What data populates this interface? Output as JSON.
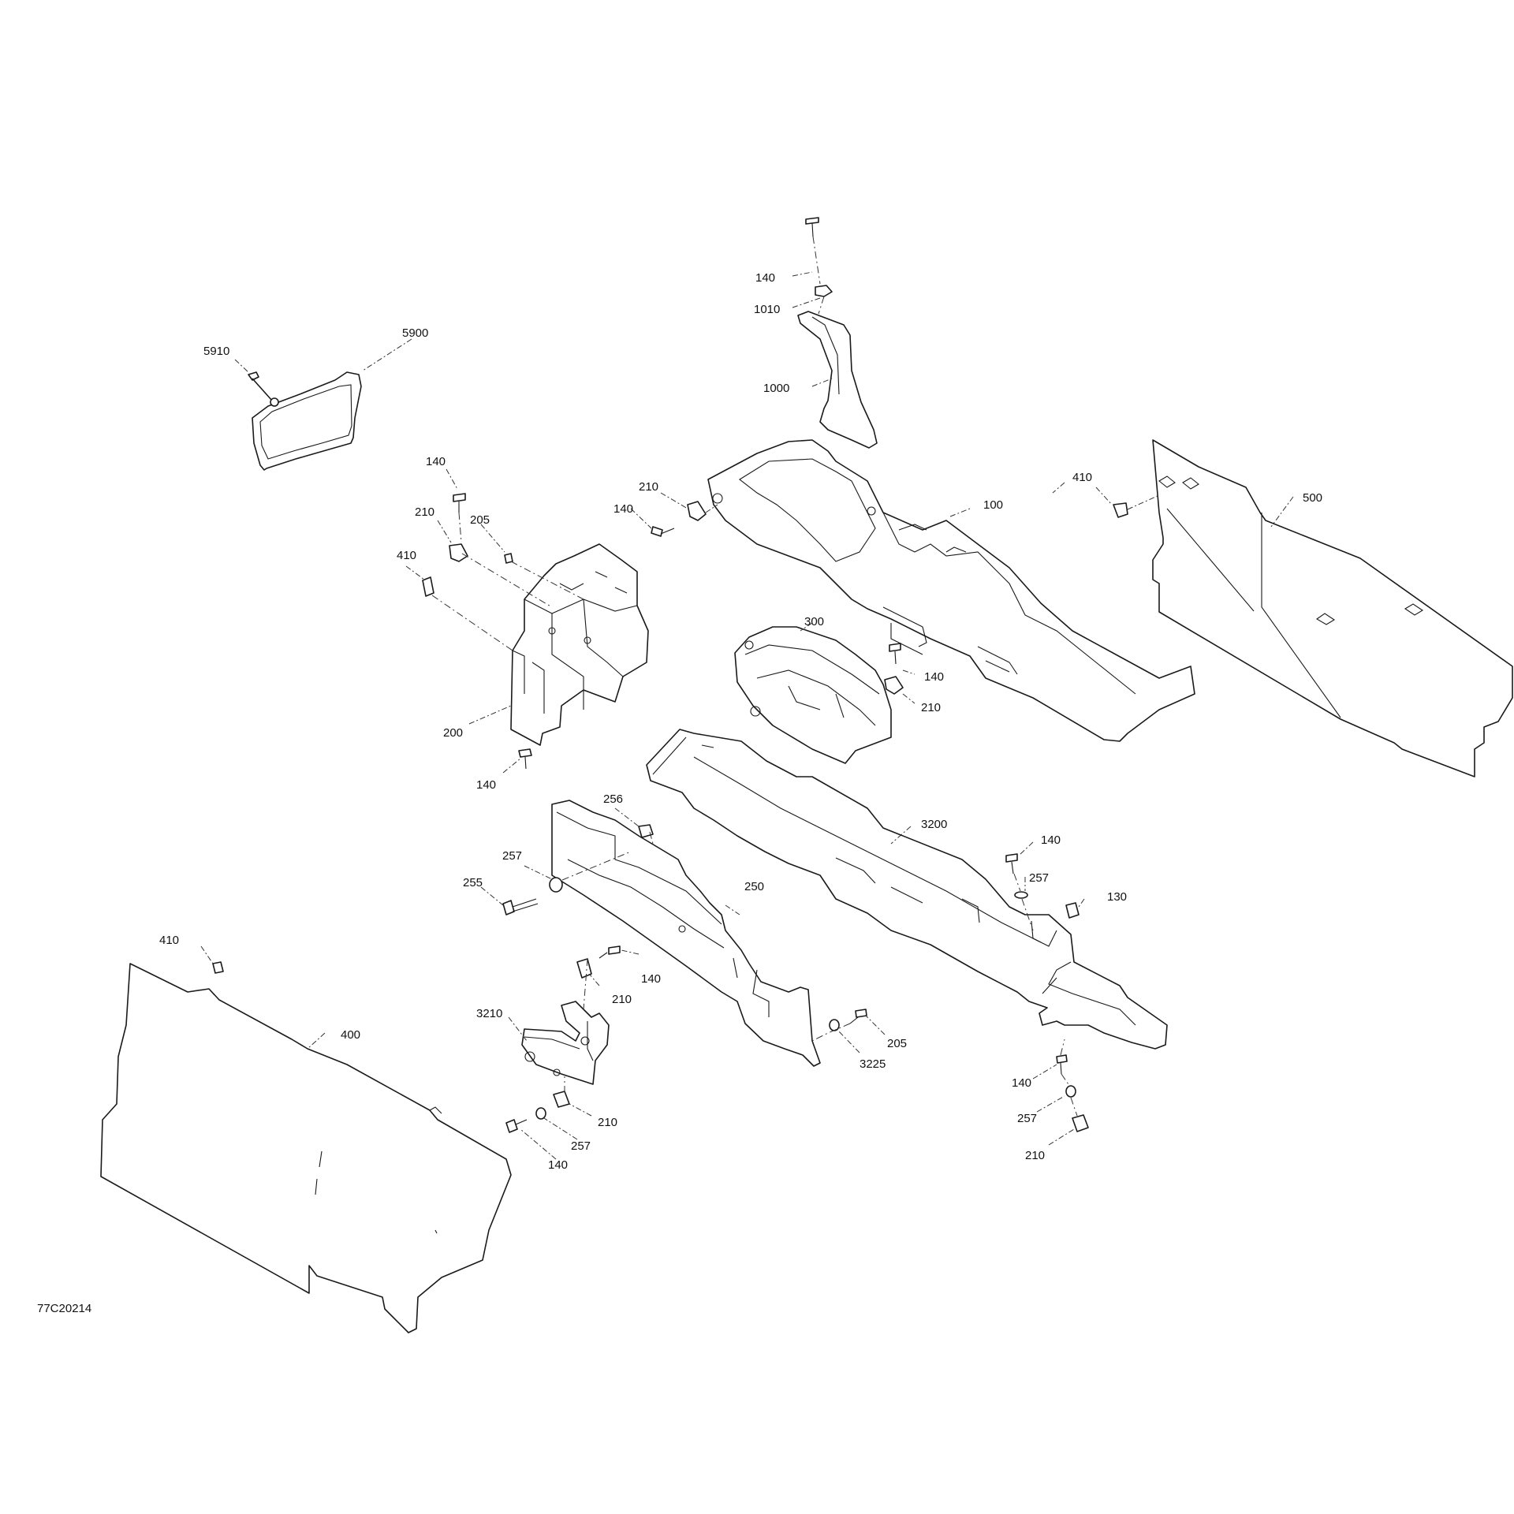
{
  "figure_id": "77C20214",
  "callouts": [
    {
      "text": "140"
    },
    {
      "text": "1010"
    },
    {
      "text": "1000"
    },
    {
      "text": "5910"
    },
    {
      "text": "5900"
    },
    {
      "text": "140"
    },
    {
      "text": "210"
    },
    {
      "text": "205"
    },
    {
      "text": "410"
    },
    {
      "text": "200"
    },
    {
      "text": "140"
    },
    {
      "text": "210"
    },
    {
      "text": "140"
    },
    {
      "text": "100"
    },
    {
      "text": "410"
    },
    {
      "text": "500"
    },
    {
      "text": "300"
    },
    {
      "text": "140"
    },
    {
      "text": "210"
    },
    {
      "text": "256"
    },
    {
      "text": "257"
    },
    {
      "text": "255"
    },
    {
      "text": "250"
    },
    {
      "text": "3200"
    },
    {
      "text": "140"
    },
    {
      "text": "257"
    },
    {
      "text": "130"
    },
    {
      "text": "410"
    },
    {
      "text": "140"
    },
    {
      "text": "210"
    },
    {
      "text": "3210"
    },
    {
      "text": "400"
    },
    {
      "text": "205"
    },
    {
      "text": "3225"
    },
    {
      "text": "210"
    },
    {
      "text": "257"
    },
    {
      "text": "140"
    },
    {
      "text": "140"
    },
    {
      "text": "257"
    },
    {
      "text": "210"
    }
  ]
}
